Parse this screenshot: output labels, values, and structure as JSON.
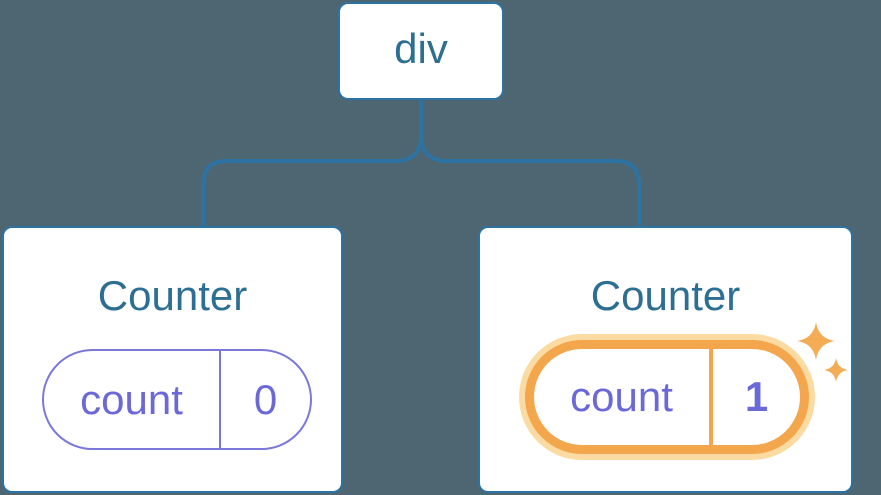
{
  "diagram": {
    "description": "React component tree: a div parent with two Counter children and their state pills",
    "root": {
      "label": "div"
    },
    "counters": [
      {
        "title": "Counter",
        "state_key": "count",
        "state_value": "0",
        "highlighted": false
      },
      {
        "title": "Counter",
        "state_key": "count",
        "state_value": "1",
        "highlighted": true
      }
    ],
    "colors": {
      "background": "#4D6671",
      "node_fill": "#FFFFFF",
      "node_border": "#2C73A4",
      "connector_line": "#2C73A4",
      "title_text": "#2D6E93",
      "state_text": "#6B68D8",
      "state_pill_border": "#7B78DC",
      "highlight_border": "#F3A64C",
      "highlight_glow": "#FBDBA2",
      "sparkle": "#F4AD55"
    }
  }
}
